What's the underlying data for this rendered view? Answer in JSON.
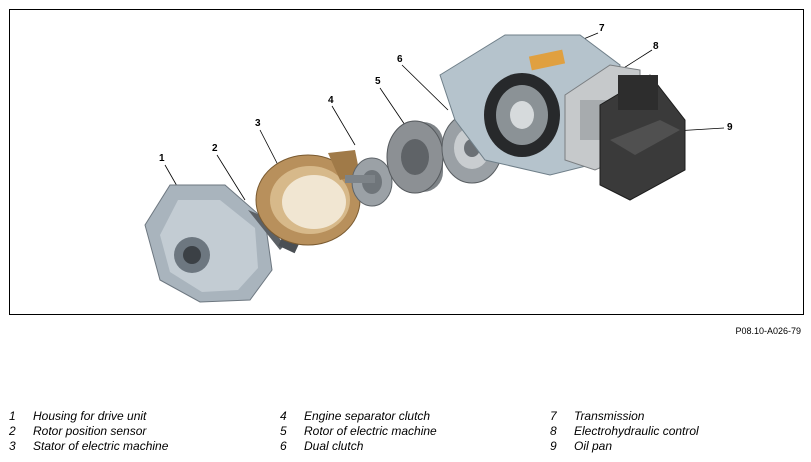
{
  "figure": {
    "code": "P08.10-A026-79",
    "callouts": [
      "1",
      "2",
      "3",
      "4",
      "5",
      "6",
      "7",
      "8",
      "9"
    ]
  },
  "legend": [
    {
      "number": "1",
      "label": "Housing for drive unit"
    },
    {
      "number": "2",
      "label": "Rotor position sensor"
    },
    {
      "number": "3",
      "label": "Stator of electric machine"
    },
    {
      "number": "4",
      "label": "Engine separator clutch"
    },
    {
      "number": "5",
      "label": "Rotor of electric machine"
    },
    {
      "number": "6",
      "label": "Dual clutch"
    },
    {
      "number": "7",
      "label": "Transmission"
    },
    {
      "number": "8",
      "label": "Electrohydraulic control"
    },
    {
      "number": "9",
      "label": "Oil pan"
    }
  ],
  "colors": {
    "housing": "#a9b4bd",
    "stator": "#c9a472",
    "rotor": "#8c9094",
    "transmission": "#b5c3cc",
    "oil_pan": "#3a3a3a",
    "highlight": "#e0a040"
  }
}
